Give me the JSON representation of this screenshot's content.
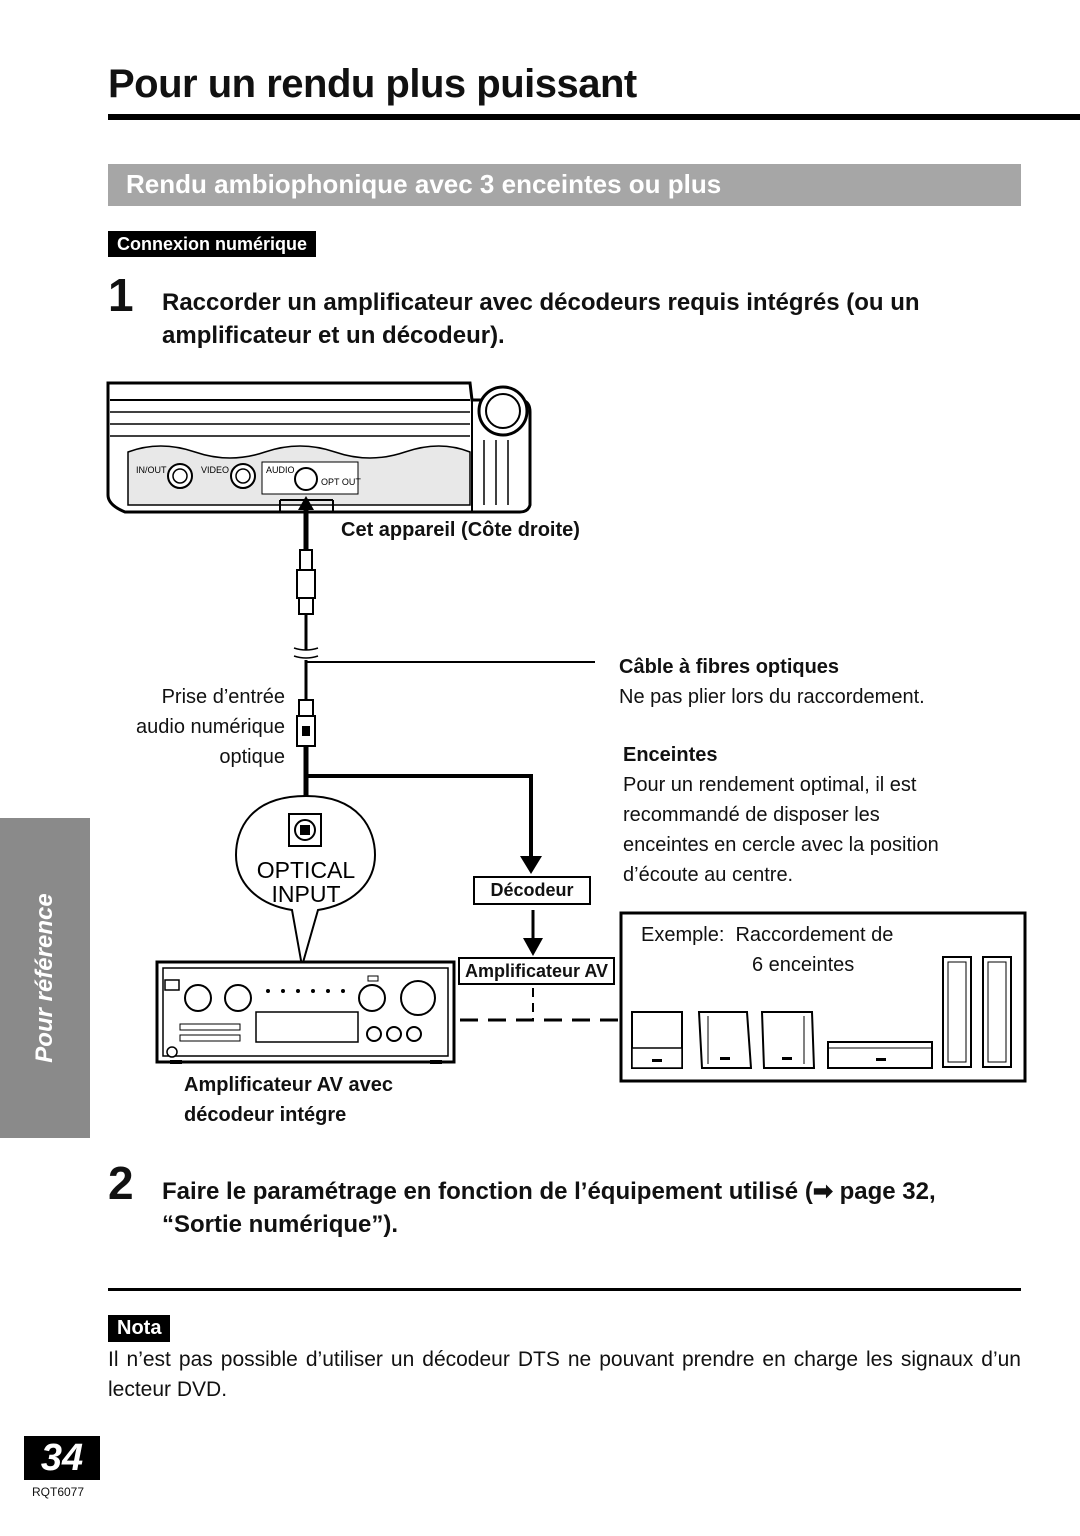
{
  "page": {
    "title": "Pour un rendu plus puissant",
    "section_title": "Rendu ambiophonique avec 3 enceintes ou plus",
    "tag": "Connexion numérique",
    "side_tab": "Pour référence",
    "page_number": "34",
    "doc_code": "RQT6077"
  },
  "step1": {
    "number": "1",
    "text_line1": "Raccorder un amplificateur avec décodeurs requis intégrés (ou un",
    "text_line2": "amplificateur et un décodeur)."
  },
  "diagram": {
    "device_caption": "Cet appareil (Côte droite)",
    "port_inout": "IN/OUT",
    "port_video": "VIDEO",
    "port_audio": "AUDIO",
    "port_optout": "OPT OUT",
    "cable_title": "Câble à fibres optiques",
    "cable_note": "Ne pas plier lors du raccordement.",
    "input_label_1": "Prise d’entrée",
    "input_label_2": "audio numérique",
    "input_label_3": "optique",
    "bubble_line1": "OPTICAL",
    "bubble_line2": "INPUT",
    "decoder_label": "Décodeur",
    "amp_label": "Amplificateur AV",
    "amp_caption_1": "Amplificateur AV avec",
    "amp_caption_2": "décodeur intégre",
    "speakers_title": "Enceintes",
    "speakers_note_1": "Pour un rendement optimal, il est",
    "speakers_note_2": "recommandé de disposer les",
    "speakers_note_3": "enceintes en cercle avec la position",
    "speakers_note_4": "d’écoute au centre.",
    "example_1": "Exemple:  Raccordement de",
    "example_2": "6 enceintes"
  },
  "step2": {
    "number": "2",
    "text_line1": "Faire le paramétrage en fonction de l’équipement utilisé (➡ page 32,",
    "text_line2": "“Sortie numérique”)."
  },
  "nota": {
    "label": "Nota",
    "text": "Il n’est pas possible d’utiliser un décodeur DTS ne pouvant prendre en charge les signaux d’un lecteur DVD."
  }
}
